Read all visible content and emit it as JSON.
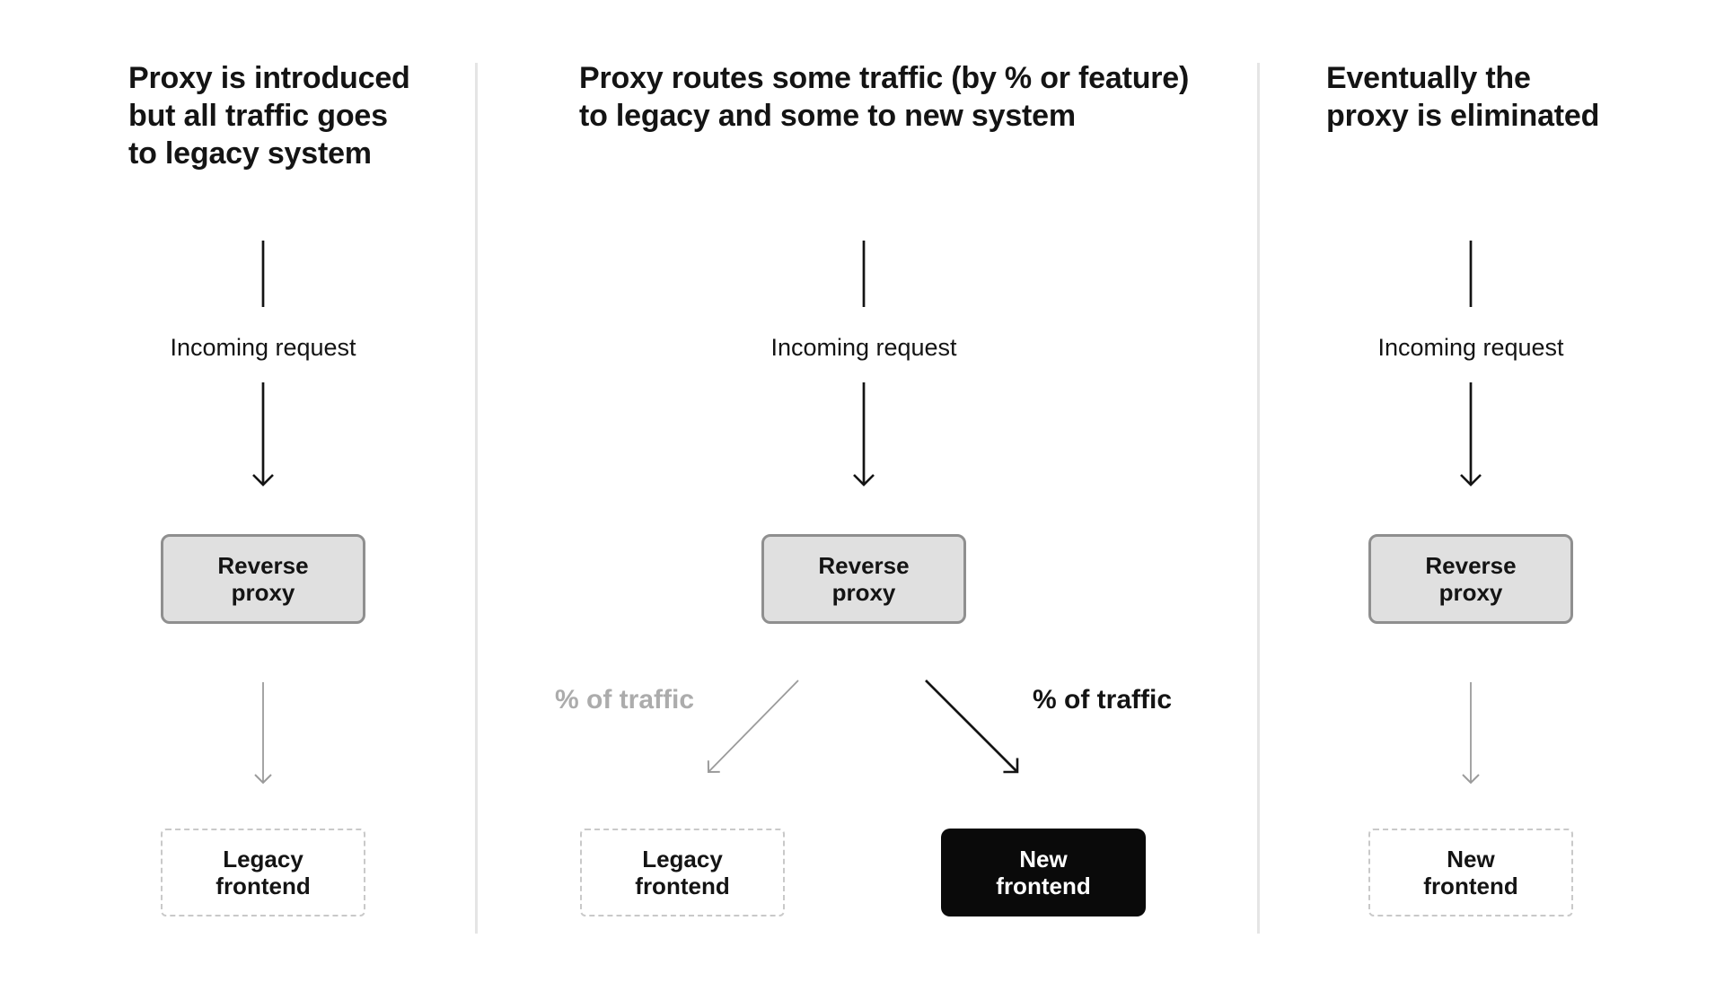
{
  "diagram": {
    "stages": [
      {
        "title": "Proxy is introduced\nbut all traffic goes\nto legacy system",
        "incoming_label": "Incoming request",
        "proxy_box_label": "Reverse\nproxy",
        "target_box_label": "Legacy\nfrontend"
      },
      {
        "title": "Proxy routes some traffic (by % or feature)\nto legacy and some to new system",
        "incoming_label": "Incoming request",
        "proxy_box_label": "Reverse\nproxy",
        "legacy_traffic_label": "% of traffic",
        "new_traffic_label": "% of traffic",
        "legacy_box_label": "Legacy\nfrontend",
        "new_box_label": "New\nfrontend"
      },
      {
        "title": "Eventually the\nproxy is eliminated",
        "incoming_label": "Incoming request",
        "proxy_box_label": "Reverse\nproxy",
        "target_box_label": "New\nfrontend"
      }
    ],
    "colors": {
      "background": "#ffffff",
      "text": "#141414",
      "divider": "#e5e5e5",
      "proxy_fill": "#e0e0e0",
      "proxy_border": "#8f8f8f",
      "dashed_border": "#c9c9c9",
      "solid_box_fill": "#0a0a0a",
      "solid_box_text": "#ffffff",
      "muted_arrow": "#9b9b9b",
      "muted_text": "#acacac"
    }
  }
}
